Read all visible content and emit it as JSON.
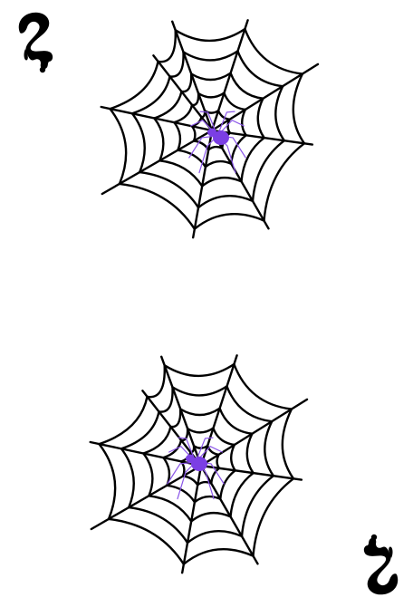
{
  "card": {
    "rank": "2",
    "suit": "spider-web",
    "pip_count": 2,
    "colors": {
      "ink": "#000000",
      "spider": "#7b3fe4",
      "spider_legs": "#8a55e8",
      "background": "#ffffff"
    },
    "icons": {
      "corner": "rank-two-drip-icon",
      "pip": "spider-web-icon",
      "spider": "spider-icon"
    }
  }
}
